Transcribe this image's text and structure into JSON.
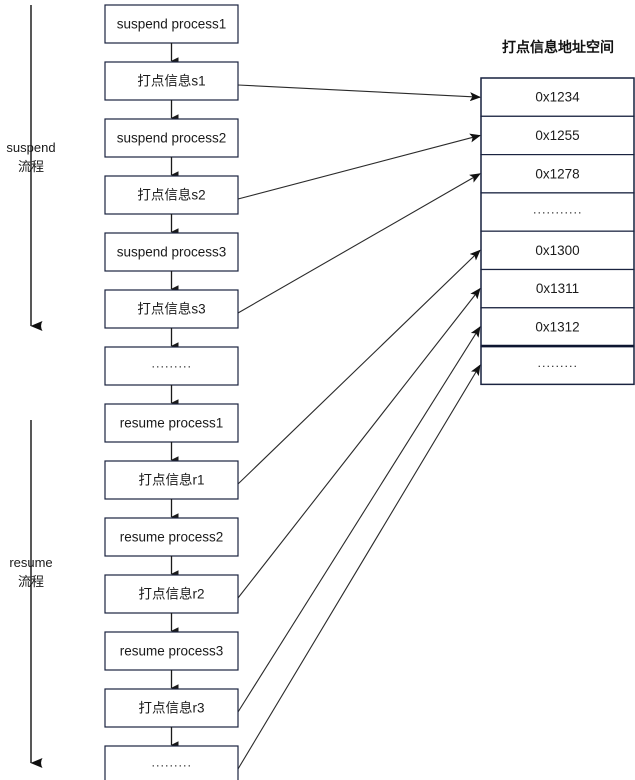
{
  "diagram": {
    "title_right": "打点信息地址空间",
    "lanes": [
      {
        "id": "suspend",
        "line1": "suspend",
        "line2": "流程"
      },
      {
        "id": "resume",
        "line1": "resume",
        "line2": "流程"
      }
    ],
    "flow_nodes": [
      {
        "id": "suspend-process1",
        "label": "suspend process1",
        "kind": "process",
        "linked": false
      },
      {
        "id": "mark-s1",
        "label": "打点信息s1",
        "kind": "mark",
        "linked": true
      },
      {
        "id": "suspend-process2",
        "label": "suspend process2",
        "kind": "process",
        "linked": false
      },
      {
        "id": "mark-s2",
        "label": "打点信息s2",
        "kind": "mark",
        "linked": true
      },
      {
        "id": "suspend-process3",
        "label": "suspend process3",
        "kind": "process",
        "linked": false
      },
      {
        "id": "mark-s3",
        "label": "打点信息s3",
        "kind": "mark",
        "linked": true
      },
      {
        "id": "suspend-more",
        "label": "·········",
        "kind": "ellipsis",
        "linked": false
      },
      {
        "id": "resume-process1",
        "label": "resume process1",
        "kind": "process",
        "linked": false
      },
      {
        "id": "mark-r1",
        "label": "打点信息r1",
        "kind": "mark",
        "linked": true
      },
      {
        "id": "resume-process2",
        "label": "resume process2",
        "kind": "process",
        "linked": false
      },
      {
        "id": "mark-r2",
        "label": "打点信息r2",
        "kind": "mark",
        "linked": true
      },
      {
        "id": "resume-process3",
        "label": "resume process3",
        "kind": "process",
        "linked": false
      },
      {
        "id": "mark-r3",
        "label": "打点信息r3",
        "kind": "mark",
        "linked": true
      },
      {
        "id": "resume-more",
        "label": "·········",
        "kind": "ellipsis",
        "linked": true
      }
    ],
    "memory_cells": [
      {
        "id": "addr-0x1234",
        "label": "0x1234",
        "kind": "address"
      },
      {
        "id": "addr-0x1255",
        "label": "0x1255",
        "kind": "address"
      },
      {
        "id": "addr-0x1278",
        "label": "0x1278",
        "kind": "address"
      },
      {
        "id": "addr-gap-1",
        "label": "···········",
        "kind": "ellipsis"
      },
      {
        "id": "addr-0x1300",
        "label": "0x1300",
        "kind": "address"
      },
      {
        "id": "addr-0x1311",
        "label": "0x1311",
        "kind": "address"
      },
      {
        "id": "addr-0x1312",
        "label": "0x1312",
        "kind": "address"
      },
      {
        "id": "addr-gap-2",
        "label": "·········",
        "kind": "ellipsis"
      }
    ],
    "links": [
      {
        "from": "mark-s1",
        "to": "addr-0x1234"
      },
      {
        "from": "mark-s2",
        "to": "addr-0x1255"
      },
      {
        "from": "mark-s3",
        "to": "addr-0x1278"
      },
      {
        "from": "mark-r1",
        "to": "addr-0x1300"
      },
      {
        "from": "mark-r2",
        "to": "addr-0x1311"
      },
      {
        "from": "mark-r3",
        "to": "addr-0x1312"
      },
      {
        "from": "resume-more",
        "to": "addr-gap-2"
      }
    ],
    "colors": {
      "box_border": "#1a2340",
      "text": "#1a1a1a",
      "arrow": "#1a1a1a",
      "background": "#ffffff"
    }
  }
}
